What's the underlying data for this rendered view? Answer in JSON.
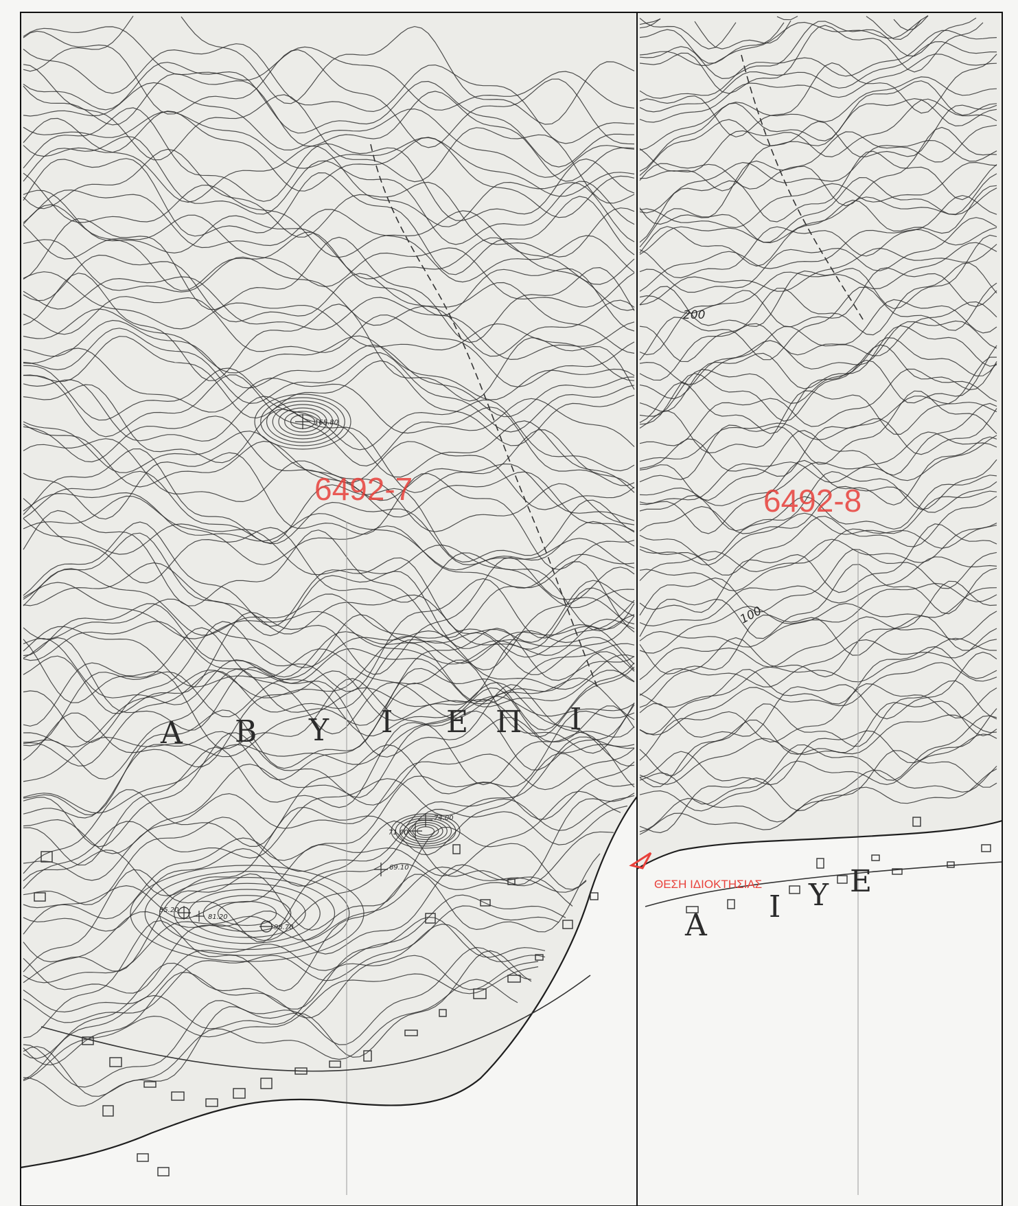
{
  "map": {
    "sheets": [
      {
        "id": "6492-7"
      },
      {
        "id": "6492-8"
      }
    ],
    "contour_labels": [
      "200",
      "100"
    ],
    "spot_heights": [
      "165.80",
      "74.00",
      "71.00",
      "69.10",
      "85.20",
      "81.20",
      "98.70"
    ],
    "toponym_letters_left": [
      "Α",
      "Β",
      "Υ",
      "Ι",
      "Ε",
      "Π",
      "Ι"
    ],
    "toponym_letters_right": [
      "Α",
      "Ι",
      "Υ",
      "Ε"
    ],
    "property_marker": {
      "label": "ΘΕΣΗ ΙΔΙΟΚΤΗΣΙΑΣ",
      "color": "#e8403a"
    },
    "colors": {
      "ink": "#2b2b2b",
      "paper": "#f6f6f4",
      "annotation": "#e8403a"
    }
  }
}
